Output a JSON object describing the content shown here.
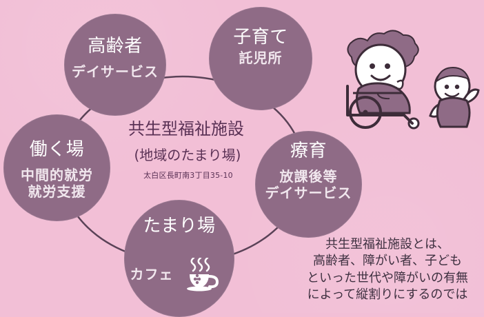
{
  "nodes": {
    "top_left": {
      "title": "高齢者",
      "subtitle": "デイサービス"
    },
    "top_right": {
      "title": "子育て",
      "subtitle": "託児所"
    },
    "left": {
      "title": "働く場",
      "subtitle_line_1": "中間的就労",
      "subtitle_line_2": "就労支援"
    },
    "right": {
      "title": "療育",
      "subtitle_line_1": "放課後等",
      "subtitle_line_2": "デイサービス"
    },
    "bottom": {
      "title": "たまり場",
      "subtitle": "カフェ"
    }
  },
  "center": {
    "title": "共生型福祉施設",
    "subtitle": "(地域のたまり場)",
    "address": "太白区長町南3丁目35-10"
  },
  "note": {
    "lines": [
      "共生型福祉施設とは、",
      "高齢者、障がい者、子ども",
      "といった世代や障がいの有無",
      "によって縦割りにするのでは"
    ]
  },
  "colors": {
    "background": "#f2bfd6",
    "node_fill": "#8f6b86",
    "ring_stroke": "#5a4257",
    "text_dark": "#5a3155"
  }
}
